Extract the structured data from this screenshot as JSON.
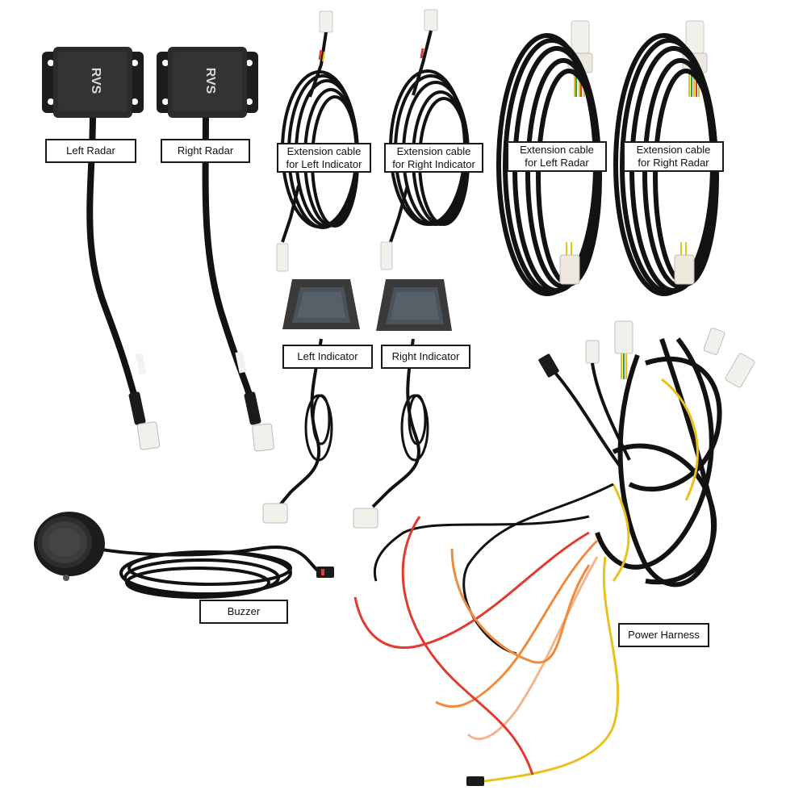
{
  "brand": {
    "logo_text": "RVS",
    "colors": {
      "background": "#ffffff",
      "device_body": "#2b2b2b",
      "cable": "#121212",
      "connector": "#f2f0ea",
      "label_border": "#1a1a1a",
      "wire_red": "#e23a2e",
      "wire_orange": "#f08a3c",
      "wire_peach": "#f4b48c",
      "wire_yellow": "#e8c21c",
      "wire_black": "#111111"
    }
  },
  "labels": {
    "left_radar": "Left Radar",
    "right_radar": "Right Radar",
    "ext_left_indicator": [
      "Extension cable",
      "for Left Indicator"
    ],
    "ext_right_indicator": [
      "Extension cable",
      "for Right Indicator"
    ],
    "ext_left_radar": [
      "Extension cable",
      "for Left Radar"
    ],
    "ext_right_radar": [
      "Extension cable",
      "for Right Radar"
    ],
    "left_indicator": "Left Indicator",
    "right_indicator": "Right Indicator",
    "buzzer": "Buzzer",
    "power_harness": "Power Harness"
  }
}
